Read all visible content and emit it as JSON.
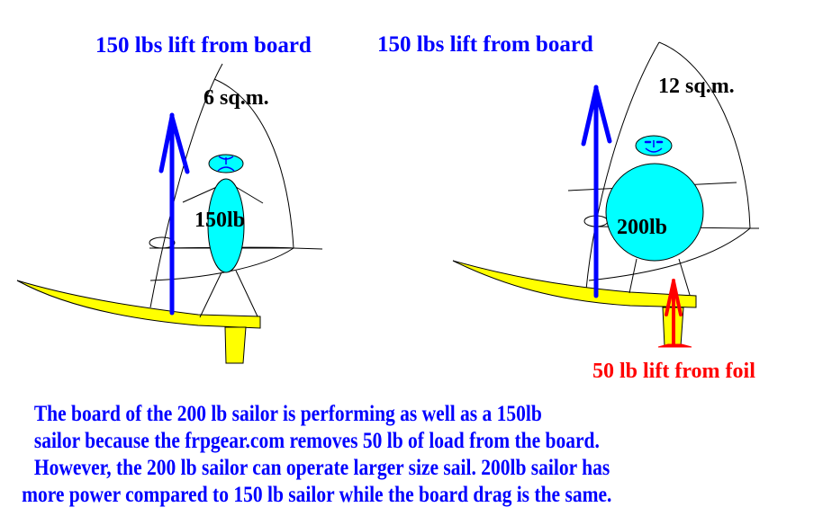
{
  "left_scenario": {
    "title": "150 lbs lift from board",
    "sail_size": "6 sq.m.",
    "sailor_weight": "150lb",
    "face": "frown"
  },
  "right_scenario": {
    "title": "150 lbs lift from board",
    "sail_size": "12 sq.m.",
    "sailor_weight": "200lb",
    "face": "smile",
    "foil_lift": "50 lb  lift from foil"
  },
  "caption": {
    "lines": [
      "The board of the 200 lb  sailor is performing as well as a 150lb",
      "sailor because the frpgear.com removes 50 lb  of load from the board.",
      "However, the 200 lb  sailor can operate larger size sail. 200lb  sailor has",
      "more power compared to 150 lb  sailor while the board drag is the same."
    ]
  },
  "colors": {
    "board_lift_arrow": "#0000ff",
    "foil_lift_arrow": "#ff0000",
    "board": "#ffff00",
    "sailor_body": "#00ffff",
    "text_blue": "#0000ff",
    "text_red": "#ff0000"
  }
}
